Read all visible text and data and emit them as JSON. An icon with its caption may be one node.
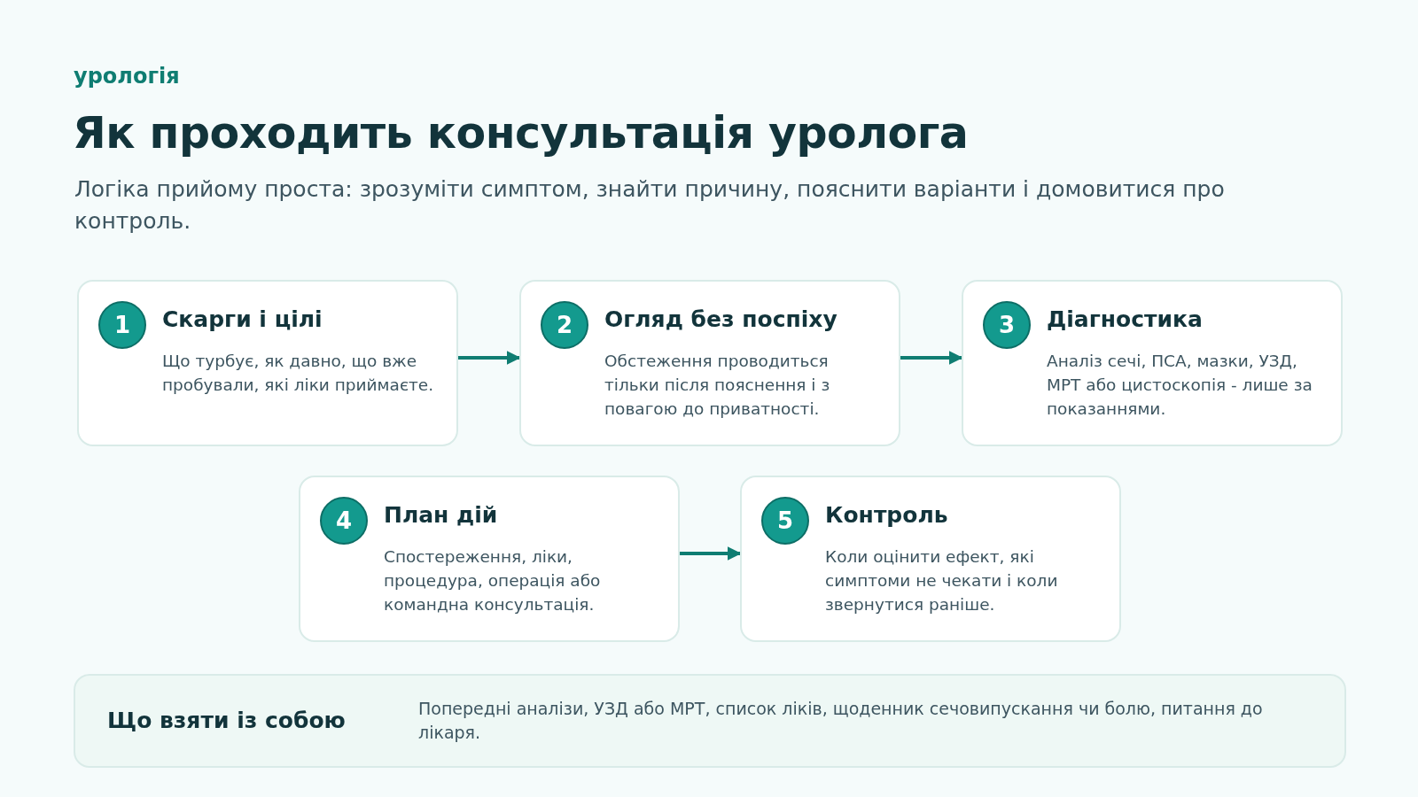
{
  "diagram": {
    "title": "Як проходить консультація уролога",
    "caption": "Логіка прийому проста: зрозуміти симптом, знайти причину, пояснити варіанти і домовитися про контроль.",
    "labels": [
      "урологія"
    ],
    "nodes": [
      {
        "text": [
          "1",
          "Скарги і цілі",
          "Що турбує, як давно, що вже пробували, які ліки приймаєте."
        ]
      },
      {
        "text": [
          "2",
          "Огляд без поспіху",
          "Обстеження проводиться тільки після пояснення і з повагою до приватності."
        ]
      },
      {
        "text": [
          "3",
          "Діагностика",
          "Аналіз сечі, ПСА, мазки, УЗД, МРТ або цистоскопія - лише за показаннями."
        ]
      },
      {
        "text": [
          "4",
          "План дій",
          "Спостереження, ліки, процедура, операція або командна консультація."
        ]
      },
      {
        "text": [
          "5",
          "Контроль",
          "Коли оцінити ефект, які симптоми не чекати і коли звернутися раніше."
        ]
      },
      {
        "text": [
          "Що взяти із собою",
          "Попередні аналізи, УЗД або МРТ, список ліків, щоденник сечовипускання чи болю, питання до лікаря."
        ]
      }
    ],
    "edges": [
      {
        "from": 0,
        "to": 1,
        "arrow": "to"
      },
      {
        "from": 1,
        "to": 2,
        "arrow": "to"
      },
      {
        "from": 3,
        "to": 4,
        "arrow": "to"
      }
    ]
  }
}
